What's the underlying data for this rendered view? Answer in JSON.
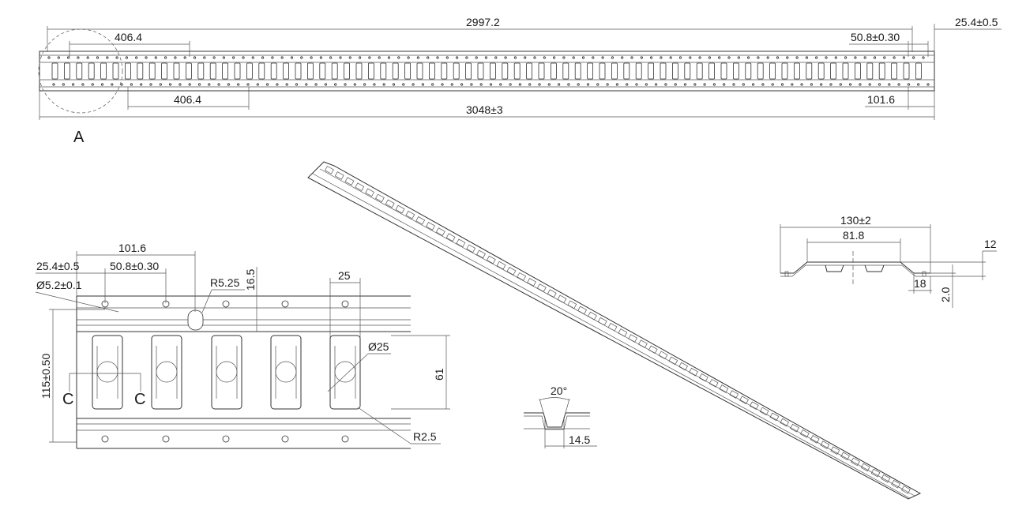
{
  "top_view": {
    "overall_hole_span": "2997.2",
    "edge_offset": "25.4±0.5",
    "pitch_top": "406.4",
    "pitch_bottom": "406.4",
    "hole_pitch": "50.8±0.30",
    "slot_end": "101.6",
    "overall_length": "3048±3",
    "detail_label": "A"
  },
  "detail_view": {
    "slot_pitch": "101.6",
    "edge_offset": "25.4±0.5",
    "hole_pitch": "50.8±0.30",
    "hole_dia": "Ø5.2±0.1",
    "radius_top": "R5.25",
    "edge_to_rail": "16.5",
    "slot_width": "25",
    "round_dia": "Ø25",
    "slot_height": "61",
    "overall_width": "115±0.50",
    "corner_radius": "R2.5",
    "section_left": "C",
    "section_right": "C"
  },
  "section_view": {
    "overall_width": "130±2",
    "inner_width": "81.8",
    "height": "12",
    "flange": "18",
    "thickness": "2.0"
  },
  "small_section": {
    "angle": "20°",
    "width": "14.5"
  }
}
